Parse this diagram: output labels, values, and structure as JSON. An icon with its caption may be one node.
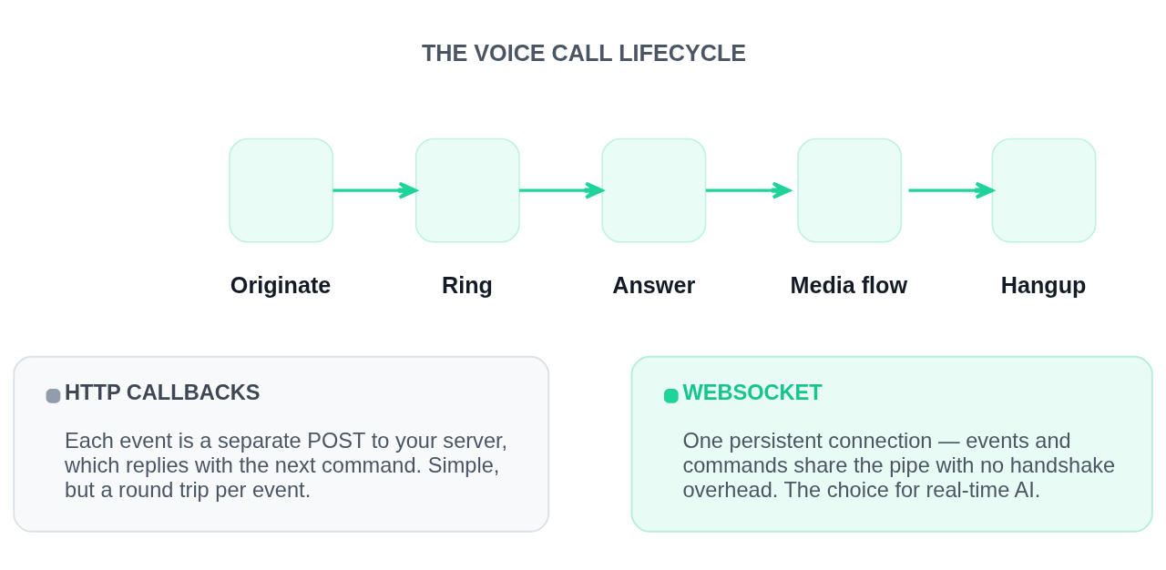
{
  "diagram": {
    "title": "THE VOICE CALL LIFECYCLE",
    "nodes": [
      {
        "text": [
          "Originate"
        ]
      },
      {
        "text": [
          "Ring"
        ]
      },
      {
        "text": [
          "Answer"
        ]
      },
      {
        "text": [
          "Media flow"
        ]
      },
      {
        "text": [
          "Hangup"
        ]
      },
      {
        "text": [
          "HTTP CALLBACKS",
          "Each event is a separate POST to your server, which replies with the next command. Simple, but a round trip per event."
        ]
      },
      {
        "text": [
          "WEBSOCKET",
          "One persistent connection — events and commands share the pipe with no handshake overhead. The choice for real-time AI."
        ]
      }
    ],
    "edges": [
      {
        "from": 0,
        "to": 1,
        "arrow": "to"
      },
      {
        "from": 1,
        "to": 2,
        "arrow": "to"
      },
      {
        "from": 2,
        "to": 3,
        "arrow": "to"
      },
      {
        "from": 3,
        "to": 4,
        "arrow": "to"
      }
    ]
  }
}
